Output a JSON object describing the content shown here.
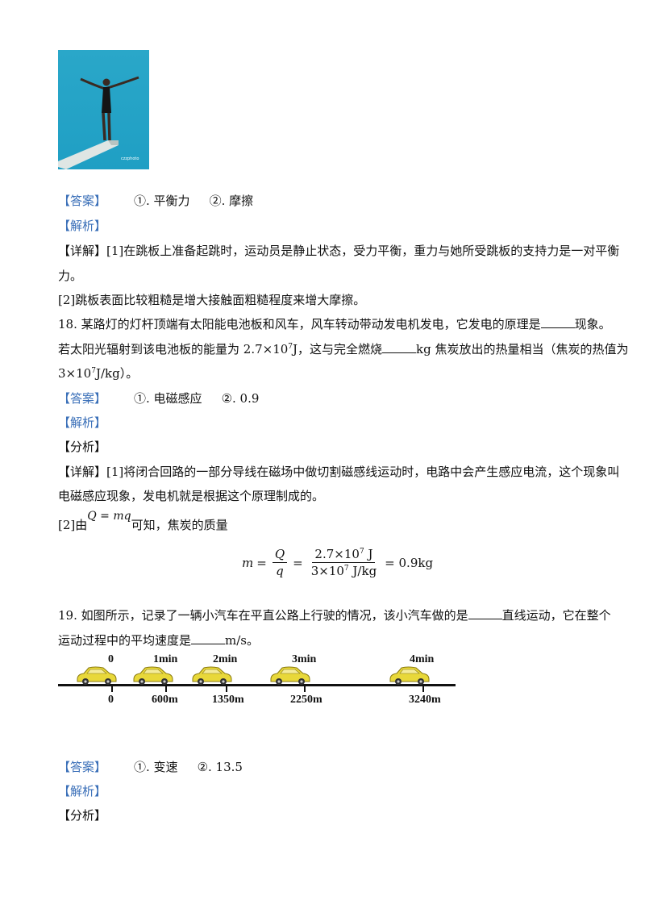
{
  "figure_top": {
    "watermark": "czzphoto"
  },
  "answer17": {
    "tag": "【答案】",
    "a1": "①. 平衡力",
    "a2": "②. 摩擦"
  },
  "analysis17": {
    "tag": "【解析】"
  },
  "detail17": {
    "line1": "【详解】[1]在跳板上准备起跳时，运动员是静止状态，受力平衡，重力与她所受跳板的支持力是一对平衡",
    "line2": "力。",
    "line3": "[2]跳板表面比较粗糙是增大接触面粗糙程度来增大摩擦。"
  },
  "q18": {
    "line1_a": "18. 某路灯的灯杆顶端有太阳能电池板和风车，风车转动带动发电机发电，它发电的原理是",
    "line1_b": "现象。",
    "line2_a": "若太阳光辐射到该电池板的能量为 2.7×10",
    "line2_exp": "7",
    "line2_b": "J，这与完全燃烧",
    "line2_c": "kg 焦炭放出的热量相当（焦炭的热值为",
    "line3_a": "3×10",
    "line3_exp": "7",
    "line3_b": "J/kg）。"
  },
  "answer18": {
    "tag": "【答案】",
    "a1": "①. 电磁感应",
    "a2": "②. 0.9"
  },
  "analysis18": {
    "tag": "【解析】",
    "fenxi": "【分析】"
  },
  "detail18": {
    "line1": "【详解】[1]将闭合回路的一部分导线在磁场中做切割磁感线运动时，电路中会产生感应电流，这个现象叫",
    "line2": "电磁感应现象，发电机就是根据这个原理制成的。",
    "line3_a": "[2]由",
    "line3_formula": "Q = mq",
    "line3_b": "可知，焦炭的质量"
  },
  "formula18": {
    "lhs": "m",
    "eq": "=",
    "f1_num": "Q",
    "f1_den": "q",
    "f2_num_a": "2.7×10",
    "f2_num_exp": "7",
    "f2_num_b": " J",
    "f2_den_a": "3×10",
    "f2_den_exp": "7",
    "f2_den_b": " J/kg",
    "result": "= 0.9kg"
  },
  "q19": {
    "line1_a": "19. 如图所示，记录了一辆小汽车在平直公路上行驶的情况，该小汽车做的是",
    "line1_b": "直线运动，它在整个",
    "line2_a": "运动过程中的平均速度是",
    "line2_b": "m/s。"
  },
  "road": {
    "times": [
      "0",
      "1min",
      "2min",
      "3min",
      "4min"
    ],
    "distances": [
      "0",
      "600m",
      "1350m",
      "2250m",
      "3240m"
    ],
    "car_color": "#e8d83a"
  },
  "answer19": {
    "tag": "【答案】",
    "a1": "①. 变速",
    "a2": "②. 13.5"
  },
  "analysis19": {
    "tag": "【解析】",
    "fenxi": "【分析】"
  }
}
